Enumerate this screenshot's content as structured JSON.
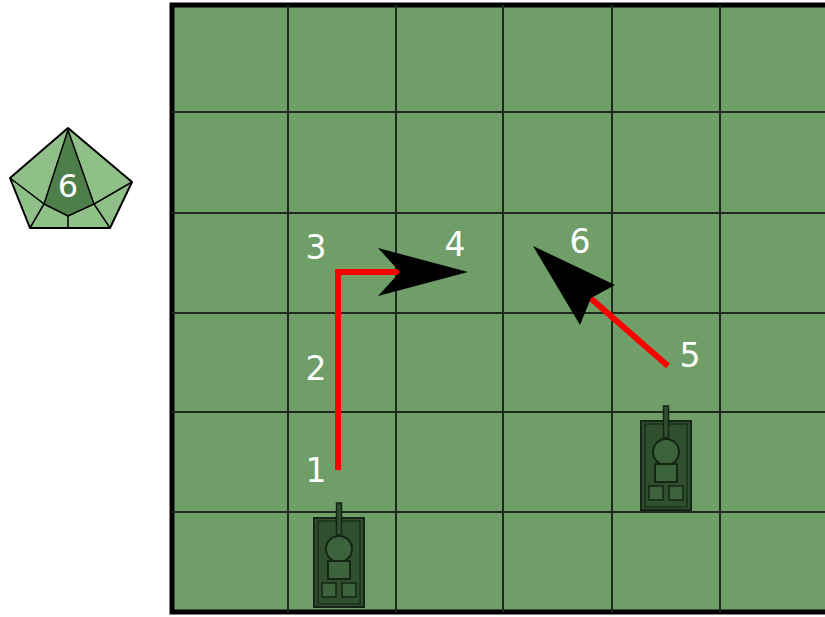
{
  "diagram": {
    "nodes": [
      {
        "text": [
          "6"
        ]
      }
    ],
    "labels": [
      "3",
      "4",
      "6",
      "5",
      "2",
      "1"
    ]
  }
}
